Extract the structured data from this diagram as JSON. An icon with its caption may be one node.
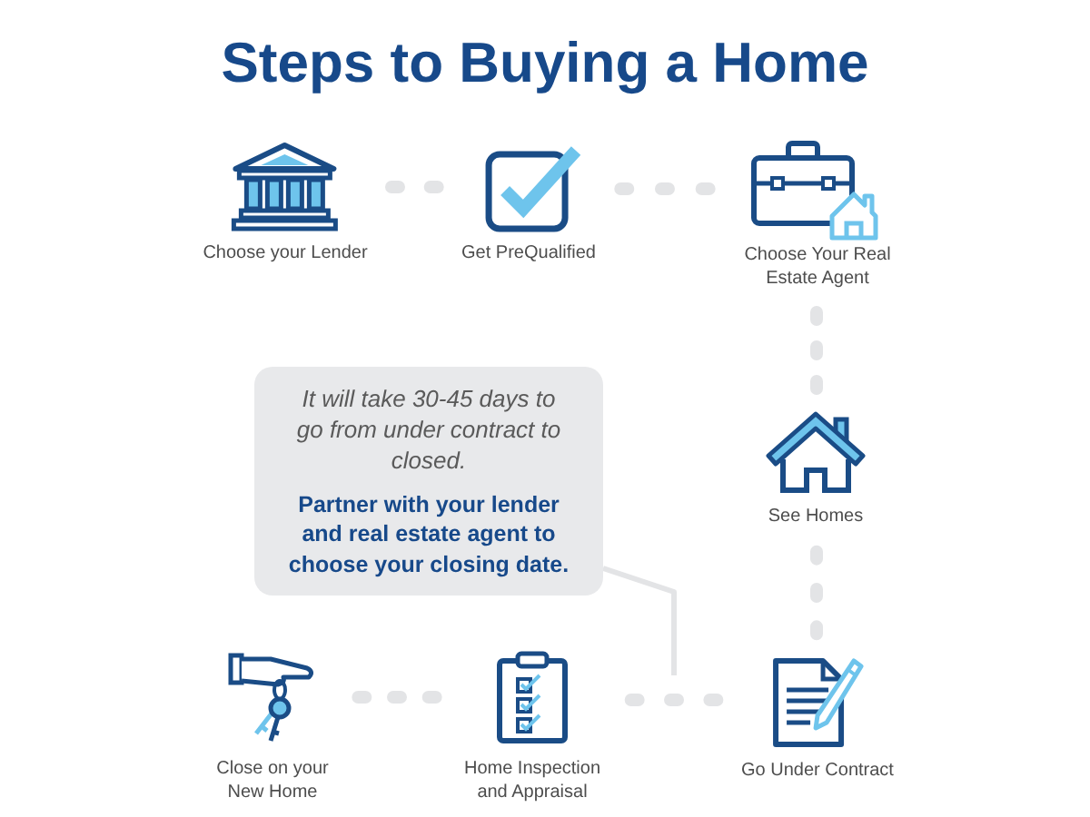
{
  "diagram": {
    "title": "Steps to Buying a Home",
    "nodes": [
      {
        "text": [
          "Choose your Lender"
        ]
      },
      {
        "text": [
          "Get PreQualified"
        ]
      },
      {
        "text": [
          "Choose Your Real Estate Agent"
        ]
      },
      {
        "text": [
          "See Homes"
        ]
      },
      {
        "text": [
          "Go Under Contract"
        ]
      },
      {
        "text": [
          "Home Inspection and Appraisal"
        ]
      },
      {
        "text": [
          "Close on your New Home"
        ]
      },
      {
        "text": [
          "It will take 30-45 days to go from under contract to closed.",
          "Partner with your lender and real estate agent to choose your closing date."
        ]
      }
    ],
    "edges": [
      {
        "from": 0,
        "to": 1,
        "arrow": "none",
        "style": "dashed"
      },
      {
        "from": 1,
        "to": 2,
        "arrow": "none",
        "style": "dashed"
      },
      {
        "from": 2,
        "to": 3,
        "arrow": "none",
        "style": "dashed"
      },
      {
        "from": 3,
        "to": 4,
        "arrow": "none",
        "style": "dashed"
      },
      {
        "from": 4,
        "to": 5,
        "arrow": "none",
        "style": "dashed"
      },
      {
        "from": 5,
        "to": 6,
        "arrow": "none",
        "style": "dashed"
      },
      {
        "from": 7,
        "to": null,
        "arrow": "none"
      }
    ]
  }
}
